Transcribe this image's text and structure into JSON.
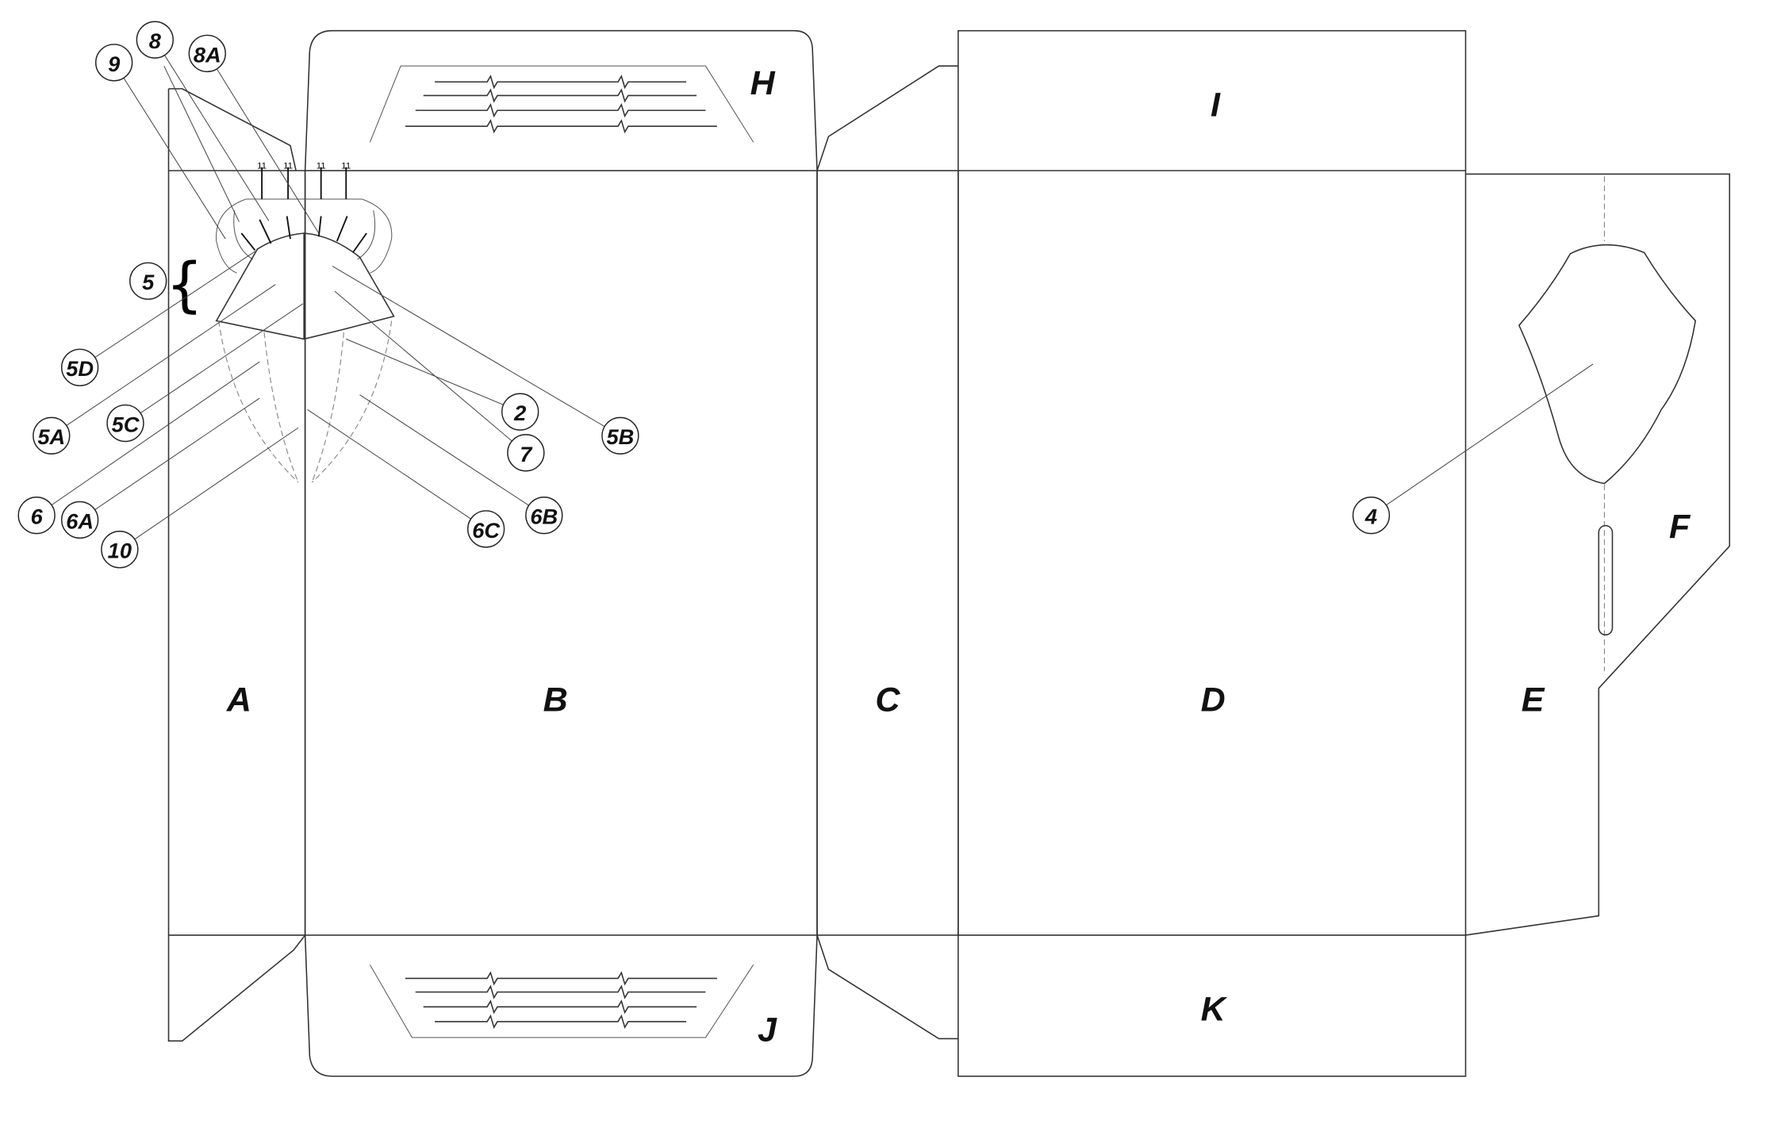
{
  "panels": {
    "A": "A",
    "B": "B",
    "C": "C",
    "D": "D",
    "E": "E",
    "F": "F",
    "H": "H",
    "I": "I",
    "J": "J",
    "K": "K"
  },
  "bracket": "{",
  "callouts": [
    "9",
    "8",
    "8A",
    "5",
    "5D",
    "5A",
    "5C",
    "6",
    "6A",
    "10",
    "2",
    "7",
    "5B",
    "6C",
    "6B",
    "4"
  ],
  "fold_marks": [
    "11",
    "11",
    "11",
    "11"
  ]
}
